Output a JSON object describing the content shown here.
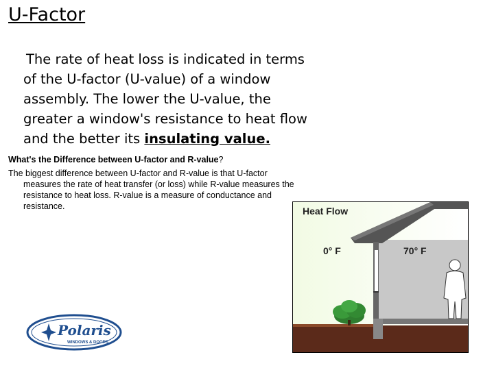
{
  "slide": {
    "title": "U-Factor",
    "body_lines": [
      "The rate of heat loss is indicated in terms",
      "of the U-factor (U-value) of a window",
      "assembly. The lower the U-value, the",
      "greater a window's resistance to heat flow"
    ],
    "body_last_prefix": "and the better its ",
    "body_emphasis": "insulating value.",
    "subhead": "What's the Difference between U-factor and R-value",
    "subhead_q": "?",
    "para_first": "The biggest difference between U-factor and R-value is that U-factor",
    "para_rest": "measures the rate of heat transfer (or loss) while R-value measures the resistance to heat loss. R-value is a measure of conductance and resistance."
  },
  "figure": {
    "title": "Heat Flow",
    "outside_temp": "0° F",
    "inside_temp": "70° F"
  },
  "logo": {
    "brand": "Polaris",
    "tagline": "WINDOWS & DOORS"
  }
}
